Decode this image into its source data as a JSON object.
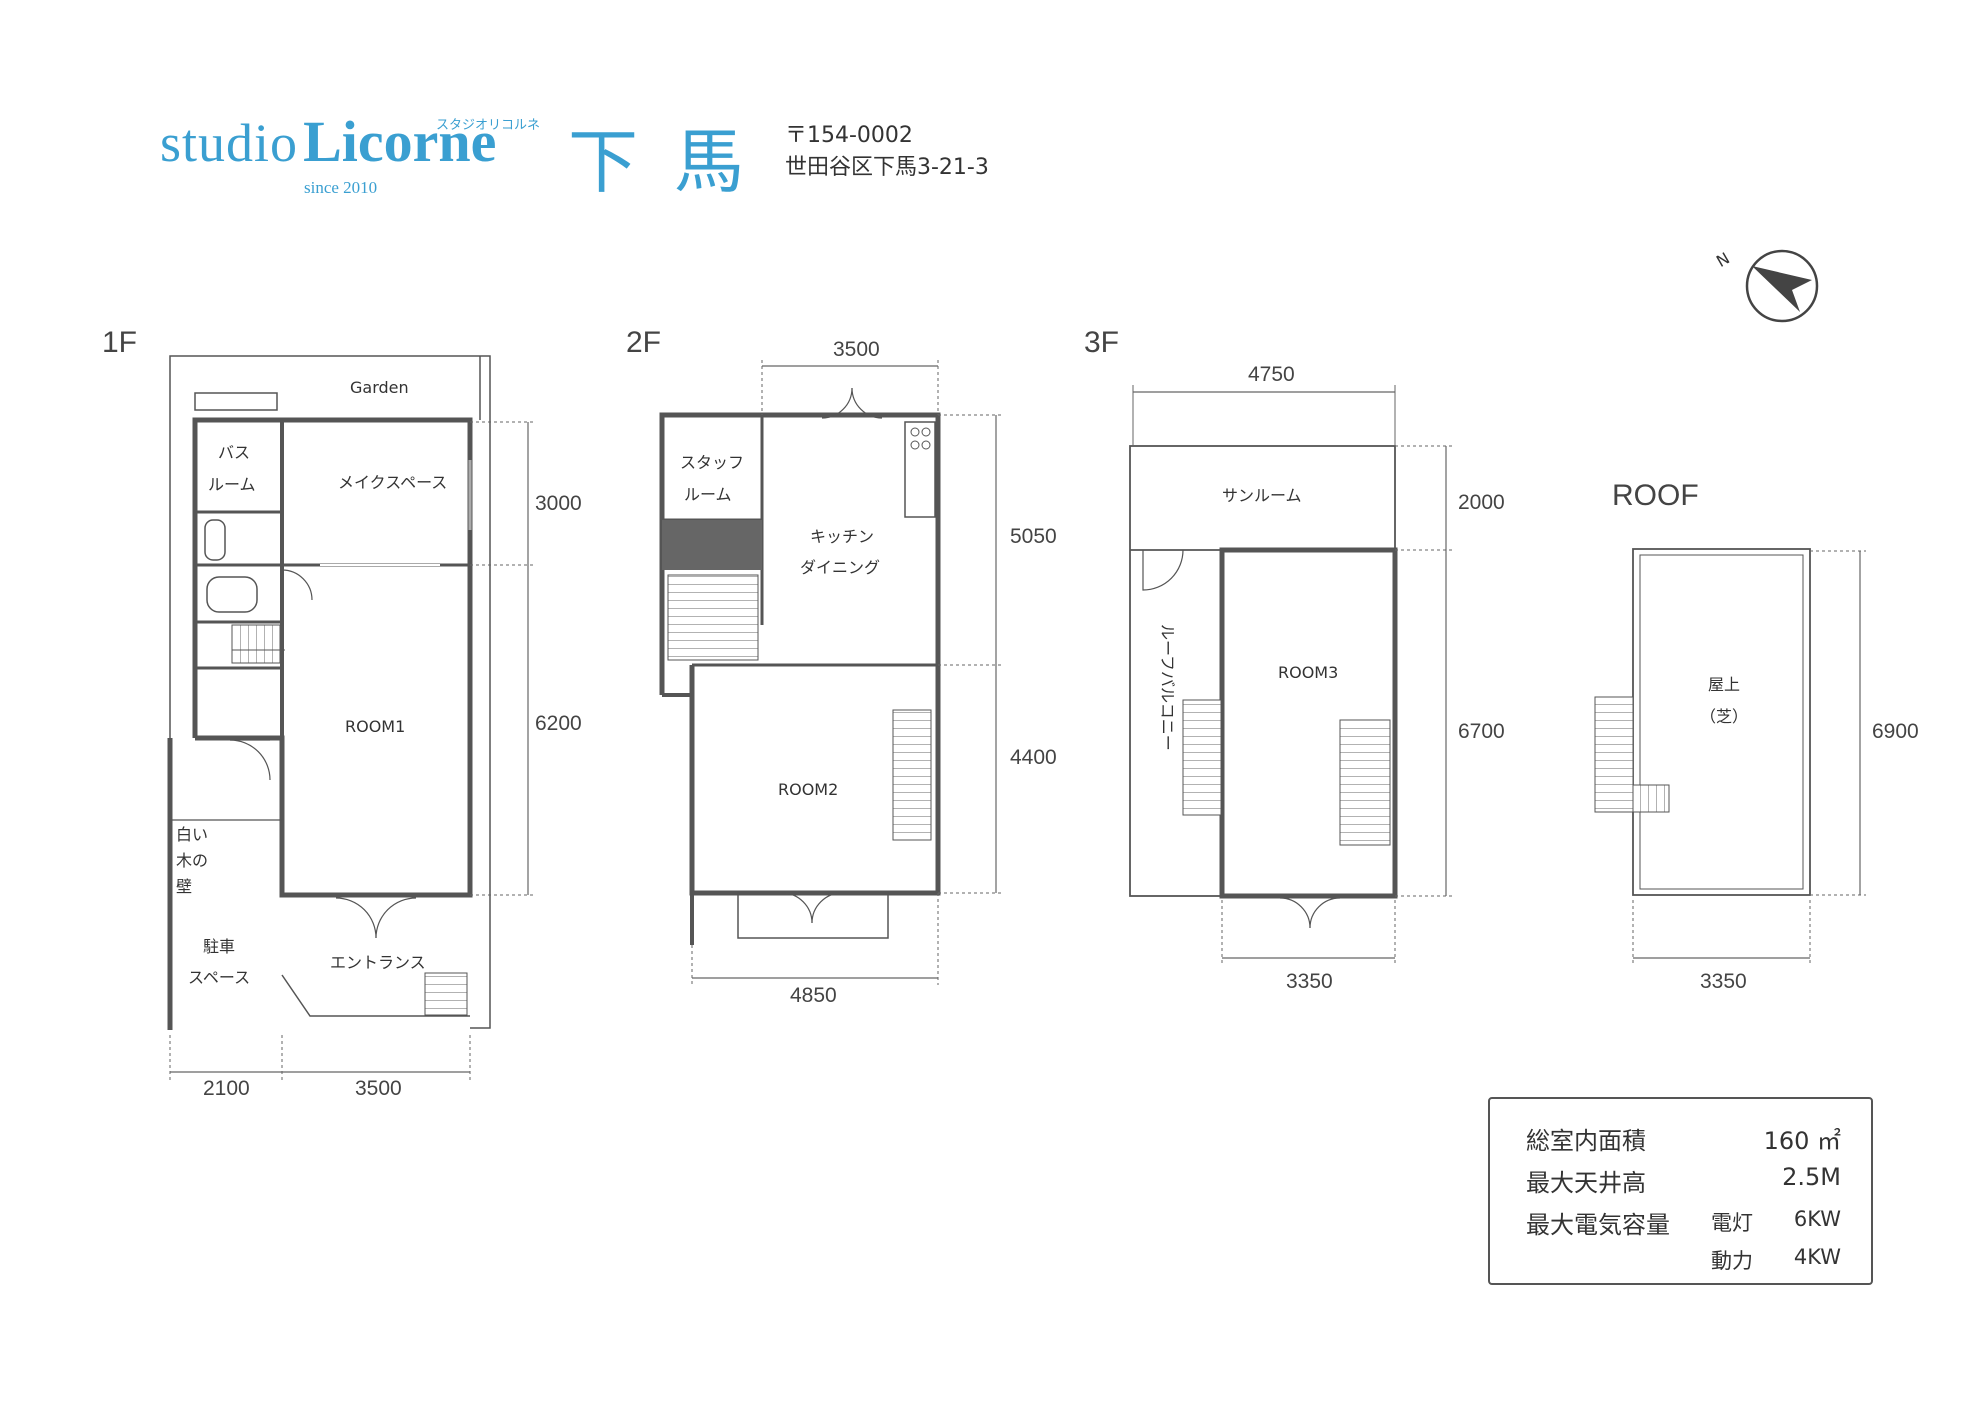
{
  "header": {
    "logo_studio": "studio",
    "logo_brand": "Licorne",
    "logo_kana": "スタジオリコルネ",
    "logo_since": "since 2010",
    "location": "下馬",
    "postal": "〒154-0002",
    "address": "世田谷区下馬3-21-3",
    "brand_color": "#3a9fd1"
  },
  "compass": {
    "label": "N",
    "icon": "compass-icon"
  },
  "floors": {
    "f1": {
      "label": "1F",
      "rooms": {
        "garden": "Garden",
        "bath_1": "バス",
        "bath_2": "ルーム",
        "make": "メイクスペース",
        "room1": "ROOM1",
        "wall_1": "白い",
        "wall_2": "木の",
        "wall_3": "壁",
        "parking_1": "駐車",
        "parking_2": "スペース",
        "entrance": "エントランス"
      },
      "dims": {
        "d1": "3000",
        "d2": "6200",
        "d3": "2100",
        "d4": "3500"
      }
    },
    "f2": {
      "label": "2F",
      "rooms": {
        "staff_1": "スタッフ",
        "staff_2": "ルーム",
        "kitchen_1": "キッチン",
        "kitchen_2": "ダイニング",
        "room2": "ROOM2"
      },
      "dims": {
        "d1": "3500",
        "d2": "5050",
        "d3": "4400",
        "d4": "4850"
      }
    },
    "f3": {
      "label": "3F",
      "rooms": {
        "sunroom": "サンルーム",
        "balcony": "ルーフバルコニー",
        "room3": "ROOM3"
      },
      "dims": {
        "d1": "4750",
        "d2": "2000",
        "d3": "6700",
        "d4": "3350"
      }
    },
    "roof": {
      "label": "ROOF",
      "rooms": {
        "rooftop": "屋上",
        "turf": "（芝）"
      },
      "dims": {
        "d1": "6900",
        "d2": "3350"
      }
    }
  },
  "specs": {
    "area_label": "総室内面積",
    "area_value": "160 ㎡",
    "ceiling_label": "最大天井高",
    "ceiling_value": "2.5M",
    "power_label": "最大電気容量",
    "light_label": "電灯",
    "light_value": "6KW",
    "motive_label": "動力",
    "motive_value": "4KW"
  }
}
